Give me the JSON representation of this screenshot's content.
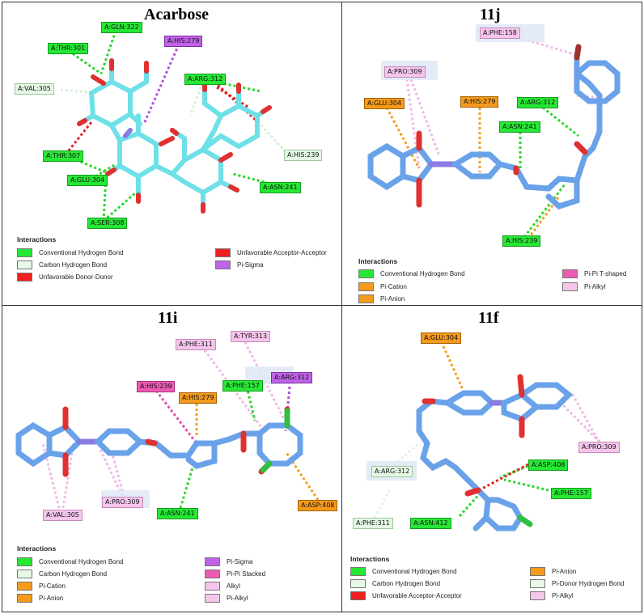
{
  "panels": {
    "acarbose": {
      "title": "Acarbose",
      "labels": [
        "A:GLN:322",
        "A:HIS:279",
        "A:THR:301",
        "A:VAL:305",
        "A:ARG:312",
        "A:THR:307",
        "A:HIS:239",
        "A:GLU:304",
        "A:ASN:241",
        "A:SER:308"
      ],
      "legend": {
        "heading": "Interactions",
        "items": [
          {
            "label": "Conventional Hydrogen Bond",
            "color": "#26e834"
          },
          {
            "label": "Carbon Hydrogen Bond",
            "color": "#e6f8e6"
          },
          {
            "label": "Unfavorable Donor-Donor",
            "color": "#ee2020"
          },
          {
            "label": "Unfavorable Acceptor-Acceptor",
            "color": "#ee2020"
          },
          {
            "label": "Pi-Sigma",
            "color": "#c062e8"
          }
        ]
      }
    },
    "p11j": {
      "title": "11j",
      "labels": [
        "A:PHE:158",
        "A:PRO:309",
        "A:GLU:304",
        "A:HIS:279",
        "A:ARG:312",
        "A:ASN:241",
        "A:HIS:239"
      ],
      "legend": {
        "heading": "Interactions",
        "items": [
          {
            "label": "Conventional Hydrogen Bond",
            "color": "#26e834"
          },
          {
            "label": "Pi-Cation",
            "color": "#f59a1c"
          },
          {
            "label": "Pi-Anion",
            "color": "#f59a1c"
          },
          {
            "label": "Pi-Pi T-shaped",
            "color": "#ee5ab2"
          },
          {
            "label": "Pi-Alkyl",
            "color": "#f5c6ec"
          }
        ]
      }
    },
    "p11i": {
      "title": "11i",
      "labels": [
        "A:TYR:313",
        "A:PHE:311",
        "A:HIS:239",
        "A:PHE:157",
        "A:ARG:312",
        "A:HIS:279",
        "A:VAL:305",
        "A:PRO:309",
        "A:ASN:241",
        "A:ASP:408"
      ],
      "legend": {
        "heading": "Interactions",
        "items": [
          {
            "label": "Conventional Hydrogen Bond",
            "color": "#26e834"
          },
          {
            "label": "Carbon Hydrogen Bond",
            "color": "#e6f8e6"
          },
          {
            "label": "Pi-Cation",
            "color": "#f59a1c"
          },
          {
            "label": "Pi-Anion",
            "color": "#f59a1c"
          },
          {
            "label": "Pi-Sigma",
            "color": "#c062e8"
          },
          {
            "label": "Pi-Pi Stacked",
            "color": "#ee5ab2"
          },
          {
            "label": "Alkyl",
            "color": "#f5c6ec"
          },
          {
            "label": "Pi-Alkyl",
            "color": "#f5c6ec"
          }
        ]
      }
    },
    "p11f": {
      "title": "11f",
      "labels": [
        "A:GLU:304",
        "A:PRO:309",
        "A:ARG:312",
        "A:ASP:408",
        "A:PHE:157",
        "A:PHE:311",
        "A:ASN:412"
      ],
      "legend": {
        "heading": "Interactions",
        "items": [
          {
            "label": "Conventional Hydrogen Bond",
            "color": "#26e834"
          },
          {
            "label": "Carbon Hydrogen Bond",
            "color": "#e6f8e6"
          },
          {
            "label": "Unfavorable Acceptor-Acceptor",
            "color": "#ee2020"
          },
          {
            "label": "Pi-Anion",
            "color": "#f59a1c"
          },
          {
            "label": "Pi-Donor Hydrogen Bond",
            "color": "#e6f8e6"
          },
          {
            "label": "Pi-Alkyl",
            "color": "#f5c6ec"
          }
        ]
      }
    }
  }
}
